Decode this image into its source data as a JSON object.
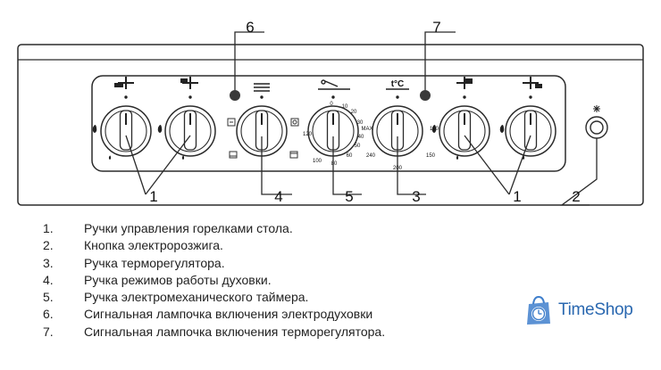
{
  "callouts": [
    "6",
    "7",
    "1",
    "4",
    "5",
    "3",
    "1",
    "2"
  ],
  "timer_scale": [
    "0",
    "10",
    "20",
    "30",
    "MAX",
    "40",
    "50",
    "60",
    "80",
    "100",
    "120"
  ],
  "thermostat_scale": [
    "100",
    "150",
    "200",
    "240"
  ],
  "thermostat_symbol": "t°C",
  "legend": [
    {
      "num": "1.",
      "text": "Ручки управления горелками стола."
    },
    {
      "num": "2.",
      "text": "Кнопка электророзжига."
    },
    {
      "num": "3.",
      "text": "Ручка терморегулятора."
    },
    {
      "num": "4.",
      "text": "Ручка режимов работы духовки."
    },
    {
      "num": "5.",
      "text": "Ручка электромеханического таймера."
    },
    {
      "num": "6.",
      "text": "Сигнальная лампочка включения электродуховки"
    },
    {
      "num": "7.",
      "text": "Сигнальная лампочка включения терморегулятора."
    }
  ],
  "brand": {
    "name": "TimeShop",
    "icon": "shopping-bag-clock-icon"
  },
  "colors": {
    "line": "#2b2b2b",
    "brand": "#2a68b0"
  }
}
